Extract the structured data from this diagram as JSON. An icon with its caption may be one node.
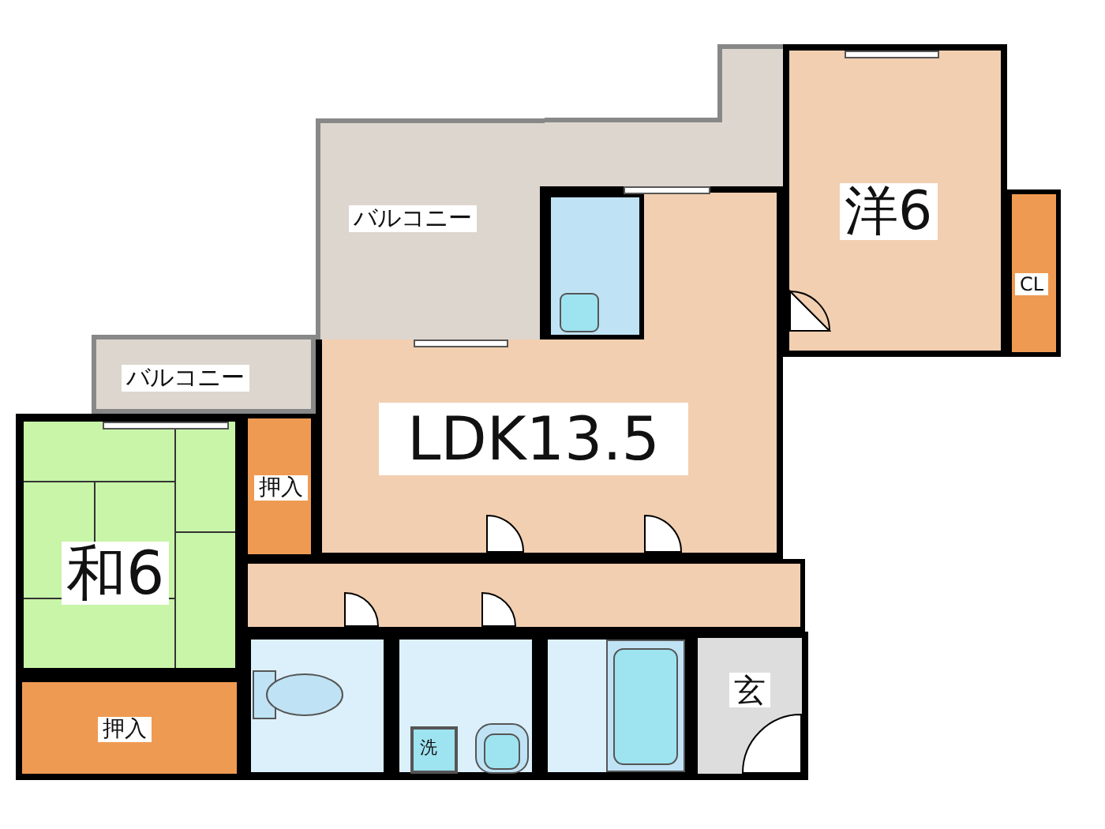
{
  "diagram": {
    "nodes": [
      {
        "text": [
          "バルコニー"
        ]
      },
      {
        "text": [
          "洋6"
        ]
      },
      {
        "text": [
          "CL"
        ]
      },
      {
        "text": [
          "LDK13.5"
        ]
      },
      {
        "text": [
          "バルコニー"
        ]
      },
      {
        "text": [
          "押入"
        ]
      },
      {
        "text": [
          "和6"
        ]
      },
      {
        "text": [],
        "shape": "box"
      },
      {
        "text": [],
        "shape": "box"
      },
      {
        "text": [],
        "shape": "box"
      },
      {
        "text": [
          "洗"
        ],
        "in": 9
      },
      {
        "text": [],
        "shape": "box"
      },
      {
        "text": [
          "玄"
        ]
      },
      {
        "text": [
          "押入"
        ]
      }
    ]
  }
}
